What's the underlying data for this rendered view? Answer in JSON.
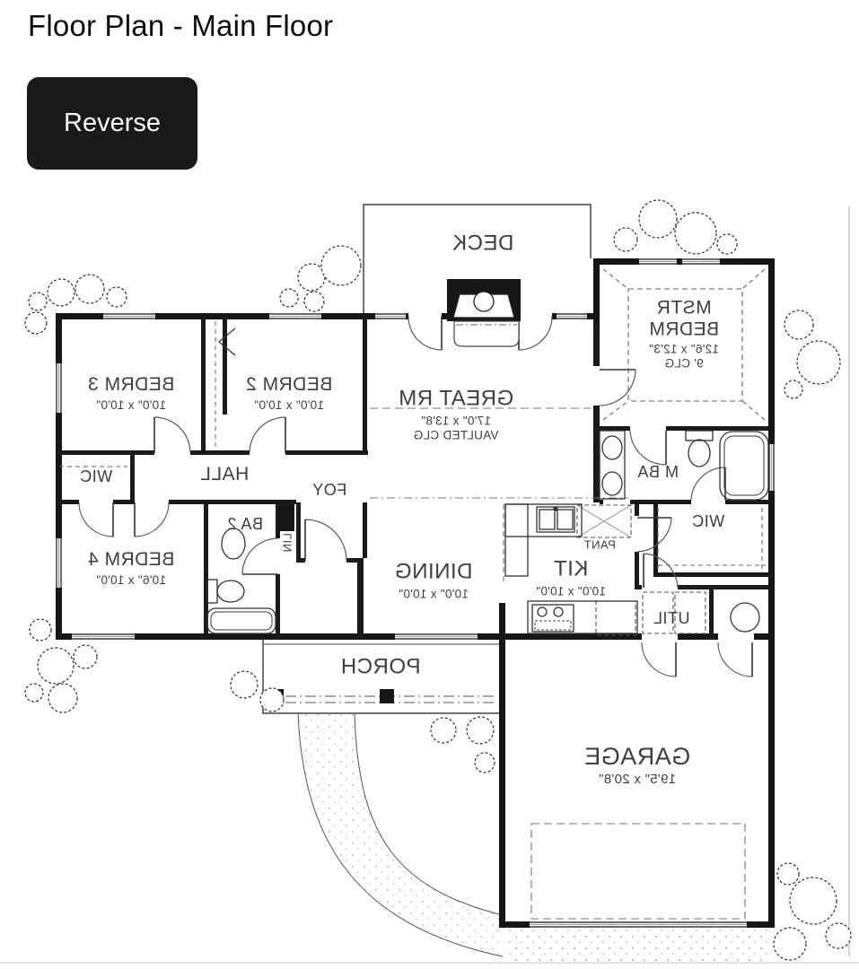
{
  "page": {
    "title": "Floor Plan - Main Floor"
  },
  "controls": {
    "reverse_label": "Reverse"
  },
  "floorplan": {
    "rooms": {
      "deck": {
        "name": "DECK"
      },
      "mstr_bedrm": {
        "name": "MSTR BEDRM",
        "dims": "12'6\" x 12'3\"",
        "note": "9' CLG"
      },
      "bedrm3": {
        "name": "BEDRM 3",
        "dims": "10'0\" x 10'0\""
      },
      "bedrm2": {
        "name": "BEDRM 2",
        "dims": "10'0\" x 10'0\""
      },
      "great_rm": {
        "name": "GREAT RM",
        "dims": "17'0\" x 13'8\"",
        "note": "VAULTED CLG"
      },
      "wic_left": {
        "name": "WIC"
      },
      "hall": {
        "name": "HALL"
      },
      "foy": {
        "name": "FOY"
      },
      "ba2": {
        "name": "BA 2"
      },
      "lin": {
        "name": "LIN"
      },
      "bedrm4": {
        "name": "BEDRM 4",
        "dims": "10'6\" x 10'0\""
      },
      "dining": {
        "name": "DINING",
        "dims": "10'0\" x 10'0\""
      },
      "kit": {
        "name": "KIT",
        "dims": "10'0\" x 10'0\""
      },
      "pant": {
        "name": "PANT"
      },
      "m_ba": {
        "name": "M BA"
      },
      "wic_right": {
        "name": "WIC"
      },
      "util": {
        "name": "UTIL"
      },
      "porch": {
        "name": "PORCH"
      },
      "garage": {
        "name": "GARAGE",
        "dims": "19'5\" x 20'8\""
      }
    },
    "style": {
      "wall_color": "#161616",
      "label_color": "#3e3e3e",
      "button_color": "#1a1a1d"
    }
  }
}
